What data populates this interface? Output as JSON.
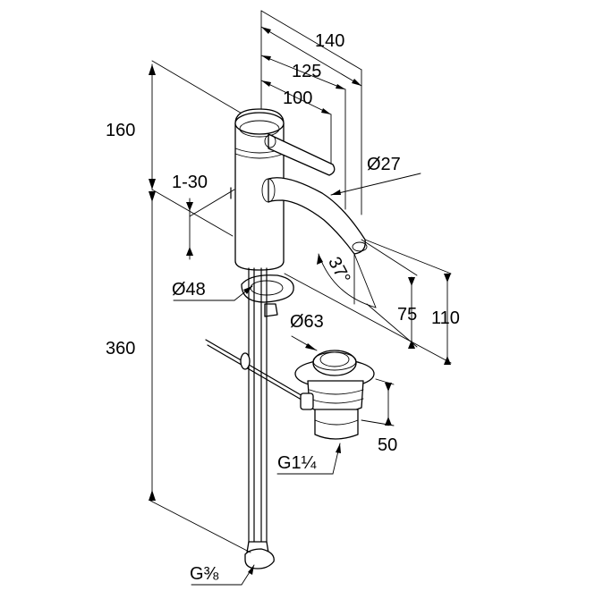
{
  "drawing": {
    "title": "Basin mixer technical drawing",
    "dimensions": {
      "reach_140": "140",
      "reach_125": "125",
      "reach_100": "100",
      "height_160": "160",
      "deck_1_30": "1-30",
      "base_diameter": "Ø48",
      "spout_diameter": "Ø27",
      "spout_angle": "37°",
      "spout_height_75": "75",
      "spout_height_110": "110",
      "total_height_360": "360",
      "waste_diameter": "Ø63",
      "waste_height_50": "50",
      "waste_thread": "G1¼",
      "supply_thread": "G⅜"
    }
  }
}
